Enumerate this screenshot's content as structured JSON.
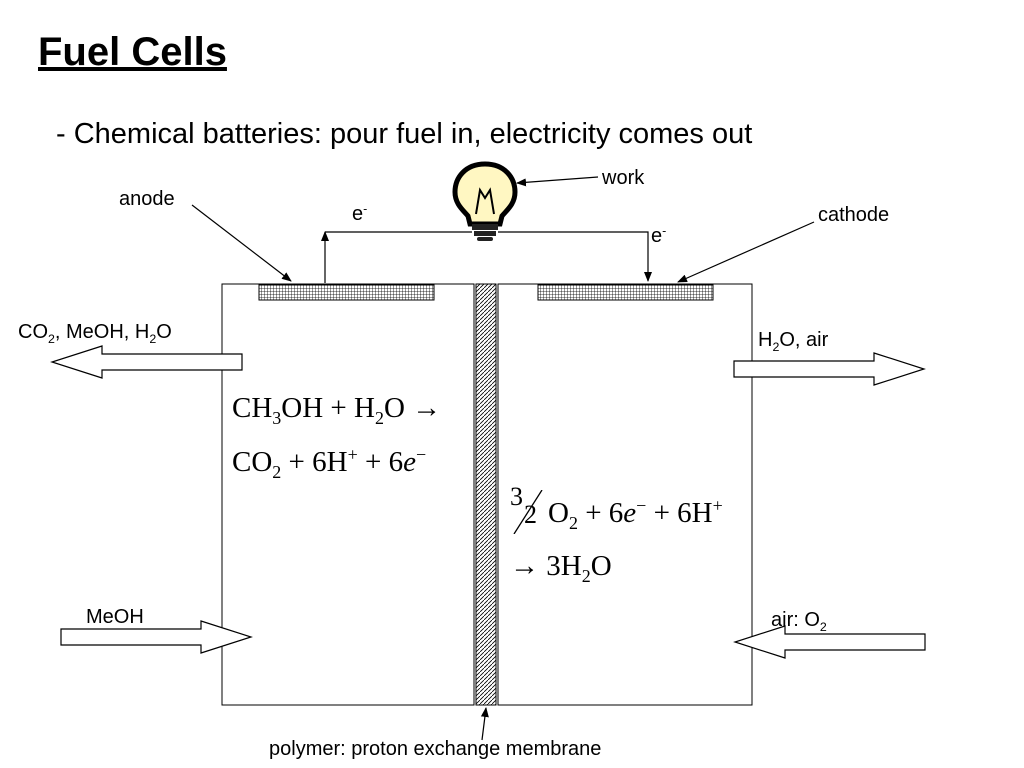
{
  "slide": {
    "title": "Fuel Cells",
    "bullet": "- Chemical batteries: pour fuel in, electricity comes out"
  },
  "labels": {
    "anode": "anode",
    "cathode": "cathode",
    "work": "work",
    "electron_left": "e",
    "electron_right": "e",
    "electron_charge": "-",
    "anode_outlet": {
      "a": "CO",
      "a_sub": "2",
      "b": ", MeOH, H",
      "b_sub": "2",
      "c": "O"
    },
    "cathode_outlet": {
      "a": "H",
      "a_sub": "2",
      "b": "O, air"
    },
    "anode_inlet": "MeOH",
    "cathode_inlet": {
      "a": "air: O",
      "a_sub": "2"
    },
    "membrane": "polymer: proton exchange membrane"
  },
  "equations": {
    "anode_line1": {
      "a": "CH",
      "a_sub": "3",
      "b": "OH + H",
      "b_sub": "2",
      "c": "O →"
    },
    "anode_line2": {
      "a": "CO",
      "a_sub": "2",
      "b": " + 6H",
      "b_sup": "+",
      "c": " + 6",
      "e": "e",
      "e_sup": "−"
    },
    "cathode_line1": {
      "num": "3",
      "den": "2",
      "a": "O",
      "a_sub": "2",
      "b": " + 6",
      "e": "e",
      "e_sup": "−",
      "c": " + 6H",
      "c_sup": "+"
    },
    "cathode_line2": {
      "a": "→ 3H",
      "a_sub": "2",
      "b": "O"
    }
  },
  "colors": {
    "stroke": "#000000",
    "bulb_glow": "#fff7c2",
    "bulb_base": "#222222"
  },
  "icons": {
    "bulb": "lightbulb-icon"
  }
}
